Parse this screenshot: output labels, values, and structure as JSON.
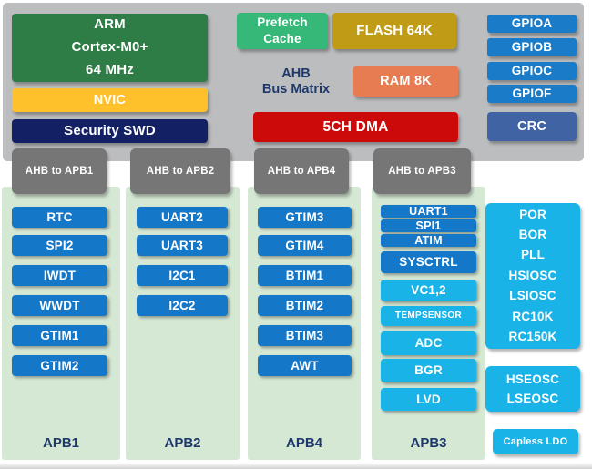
{
  "colors": {
    "panel_gray": "#bcbdbe",
    "bridge_gray": "#767676",
    "column_green": "#d5e8d4",
    "cpu_green": "#2e7d46",
    "cache_green": "#35b878",
    "nvic_yellow": "#ffc12b",
    "security_navy": "#132064",
    "flash_gold": "#bf9b16",
    "ram_orange": "#e77c52",
    "dma_red": "#cc0a0a",
    "peripheral_blue": "#1477c8",
    "crc_blue": "#3f63a3",
    "analog_cyan": "#1ab3e8",
    "label_navy": "#1e386b"
  },
  "top_panel": {
    "cpu_lines": [
      "ARM",
      "Cortex-M0+",
      "64 MHz"
    ],
    "nvic_label": "NVIC",
    "security_label": "Security SWD",
    "prefetch_lines": [
      "Prefetch",
      "Cache"
    ],
    "flash_label": "FLASH 64K",
    "bus_lines": [
      "AHB",
      "Bus Matrix"
    ],
    "ram_label": "RAM 8K",
    "dma_label": "5CH DMA",
    "gpio_labels": [
      "GPIOA",
      "GPIOB",
      "GPIOC",
      "GPIOF"
    ],
    "crc_label": "CRC"
  },
  "bridges": [
    "AHB to APB1",
    "AHB to APB2",
    "AHB to APB4",
    "AHB to APB3"
  ],
  "apb1": {
    "label": "APB1",
    "blocks": [
      "RTC",
      "SPI2",
      "IWDT",
      "WWDT",
      "GTIM1",
      "GTIM2"
    ]
  },
  "apb2": {
    "label": "APB2",
    "blocks": [
      "UART2",
      "UART3",
      "I2C1",
      "I2C2"
    ]
  },
  "apb4": {
    "label": "APB4",
    "blocks": [
      "GTIM3",
      "GTIM4",
      "BTIM1",
      "BTIM2",
      "BTIM3",
      "AWT"
    ]
  },
  "apb3": {
    "label": "APB3",
    "thin_blocks": [
      "UART1",
      "SPI1",
      "ATIM"
    ],
    "sysctrl_label": "SYSCTRL",
    "analog_blocks": [
      "VC1,2",
      "TEMPSENSOR",
      "ADC",
      "BGR",
      "LVD"
    ]
  },
  "right_panel": {
    "clock_power_lines": [
      "POR",
      "BOR",
      "PLL",
      "HSIOSC",
      "LSIOSC",
      "RC10K",
      "RC150K"
    ],
    "osc_lines": [
      "HSEOSC",
      "LSEOSC"
    ],
    "ldo_label": "Capless LDO"
  }
}
